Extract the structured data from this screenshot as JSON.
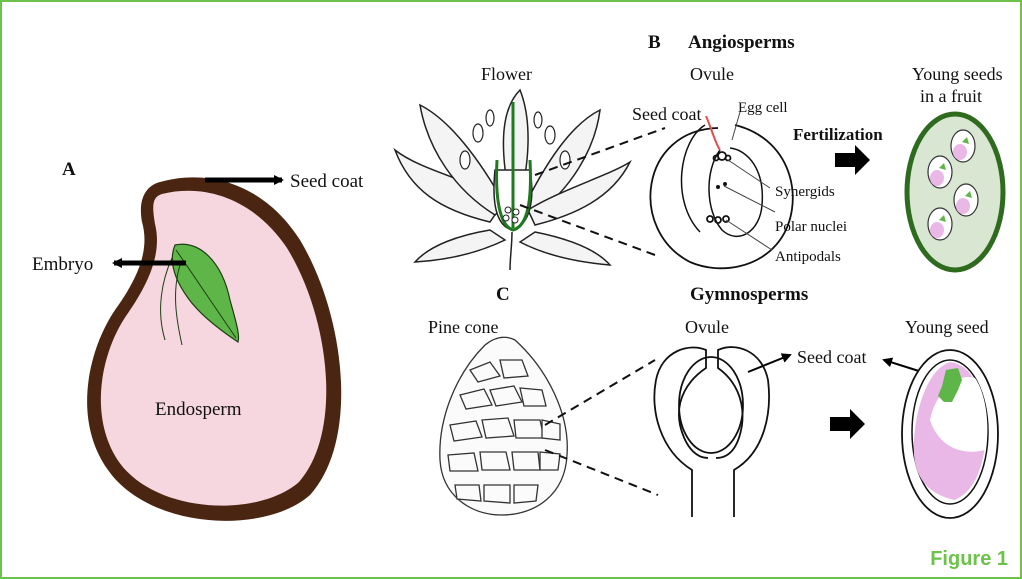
{
  "figure_label": "Figure 1",
  "panel_a": {
    "letter": "A",
    "seed_coat": "Seed coat",
    "embryo": "Embryo",
    "endosperm": "Endosperm"
  },
  "panel_b": {
    "letter": "B",
    "title": "Angiosperms",
    "flower": "Flower",
    "ovule": "Ovule",
    "seed_coat": "Seed coat",
    "egg_cell": "Egg cell",
    "synergids": "Synergids",
    "polar_nuclei": "Polar nuclei",
    "antipodals": "Antipodals",
    "fertilization": "Fertilization",
    "young_seeds_line1": "Young seeds",
    "young_seeds_line2": "in a fruit"
  },
  "panel_c": {
    "letter": "C",
    "title": "Gymnosperms",
    "pine_cone": "Pine cone",
    "ovule": "Ovule",
    "seed_coat": "Seed coat",
    "young_seed": "Young seed"
  },
  "colors": {
    "frame": "#6cc24a",
    "seed_coat_brown": "#4a2511",
    "endosperm_pink": "#f6d6df",
    "embryo_green": "#5fb648",
    "fruit_green": "#2f6b1e",
    "fruit_fill": "#d9e6d2",
    "ovule_pink": "#e9b8e6"
  }
}
